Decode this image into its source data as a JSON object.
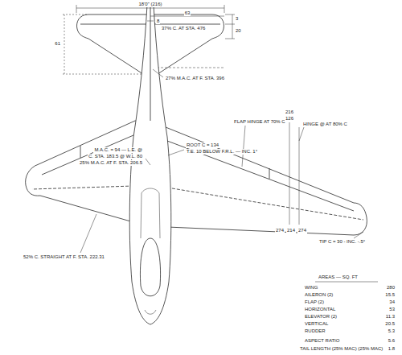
{
  "diagram": {
    "labels": [
      "18'0\" (216)",
      "63",
      "8",
      "37% C. AT STA. 476",
      "3",
      "20",
      "61",
      "27% M.A.C. AT F. STA. 396",
      "M.A.C. = 94 — L.E. @",
      "C. STA. 183.5 @ W.L. 80",
      "25% M.A.C. AT F. STA. 206.5",
      "ROOT C = 134",
      "T.E. 10 BELOW F.R.L. — INC. 1°",
      "FLAP HINGE AT 70% C",
      "216",
      "126",
      "HINGE @ AT 80% C",
      "52% C. STRAIGHT AT F. STA. 222.31",
      "274",
      "214",
      "274",
      "TIP C = 30 - INC. -.5°",
      "AREAS — SQ. FT",
      "WING",
      "280",
      "AILERON (2)",
      "15.5",
      "FLAP (2)",
      "34",
      "HORIZONTAL",
      "53",
      "ELEVATOR (2)",
      "11.3",
      "VERTICAL",
      "20.5",
      "RUDDER",
      "5.3",
      "ASPECT RATIO",
      "5.6",
      "TAIL LENGTH (25% MAC) (25% MAC)",
      "1.8"
    ]
  }
}
